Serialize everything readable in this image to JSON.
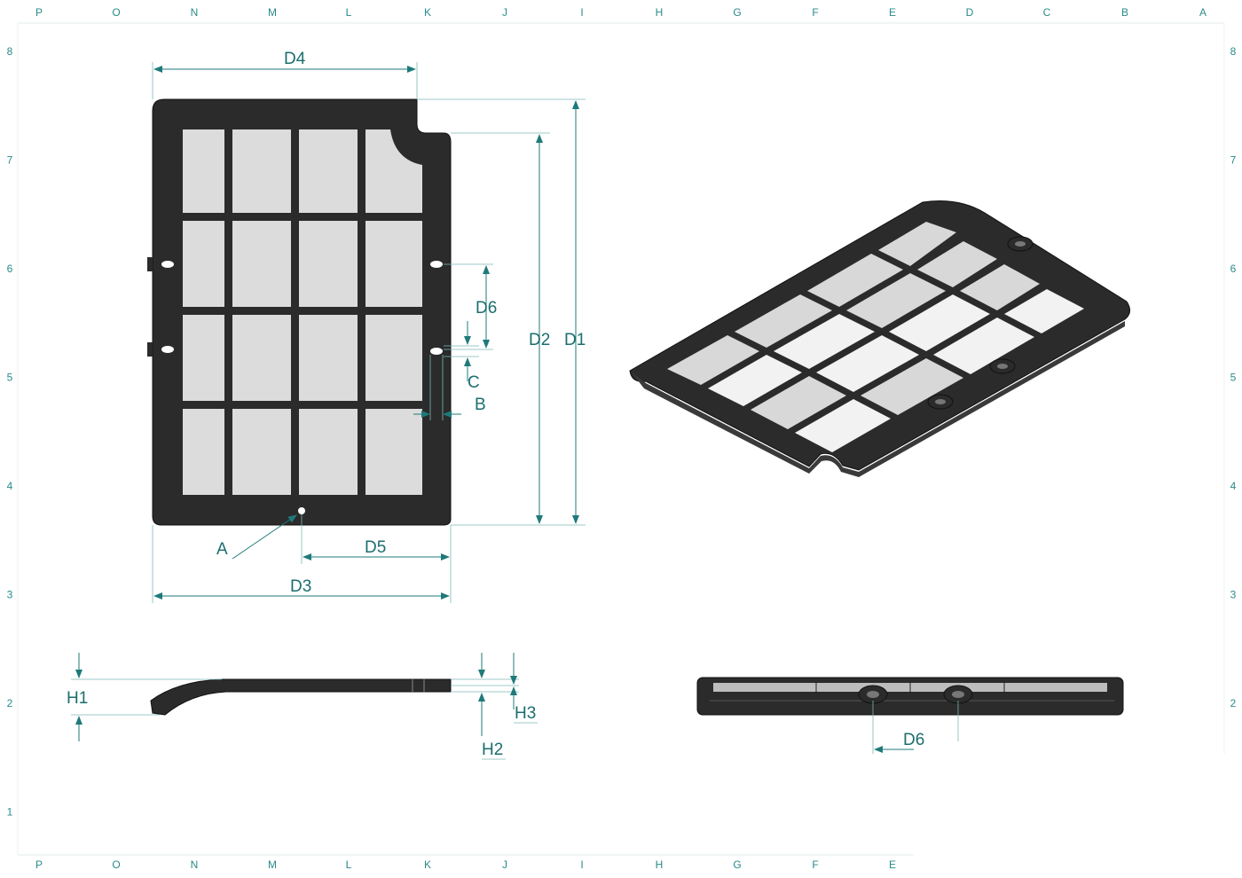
{
  "zones": {
    "top": [
      "P",
      "O",
      "N",
      "M",
      "L",
      "K",
      "J",
      "I",
      "H",
      "G",
      "F",
      "E",
      "D",
      "C",
      "B",
      "A"
    ],
    "bottom": [
      "P",
      "O",
      "N",
      "M",
      "L",
      "K",
      "J",
      "I",
      "H",
      "G",
      "F",
      "E"
    ],
    "left": [
      "8",
      "7",
      "6",
      "5",
      "4",
      "3",
      "2",
      "1"
    ],
    "right": [
      "8",
      "7",
      "6",
      "5",
      "4",
      "3",
      "2"
    ]
  },
  "dimensions": {
    "d1": "D1",
    "d2": "D2",
    "d3": "D3",
    "d4": "D4",
    "d5": "D5",
    "d6": "D6",
    "d6_side": "D6",
    "a": "A",
    "b": "B",
    "c": "C",
    "h1": "H1",
    "h2": "H2",
    "h3": "H3"
  },
  "colors": {
    "dimension": "#1f7a7a",
    "frame": "#2b2b2b",
    "pane": "#dcdcdc"
  }
}
